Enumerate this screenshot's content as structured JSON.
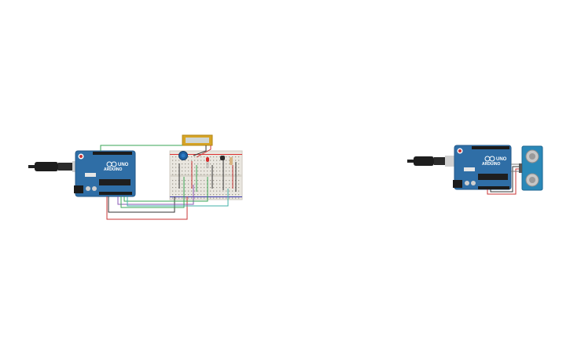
{
  "circuits": [
    {
      "board": {
        "model_label": "UNO",
        "brand_label": "ARDUINO"
      },
      "components": [
        "usb-cable",
        "arduino-uno",
        "breadboard",
        "lcd-display",
        "potentiometer",
        "red-led",
        "resistor",
        "transistor"
      ]
    },
    {
      "board": {
        "model_label": "UNO",
        "brand_label": "ARDUINO"
      },
      "components": [
        "usb-cable",
        "arduino-uno",
        "ultrasonic-sensor"
      ]
    }
  ],
  "colors": {
    "board_blue": "#2f6ea6",
    "board_edge": "#245a8a",
    "breadboard": "#e9e6df",
    "wire_green": "#3aa655",
    "wire_red": "#c83434",
    "wire_black": "#333333",
    "wire_purple": "#8a58b5",
    "wire_teal": "#43b1a8",
    "lcd_frame": "#d6a425",
    "sensor_blue": "#2a88b8"
  }
}
